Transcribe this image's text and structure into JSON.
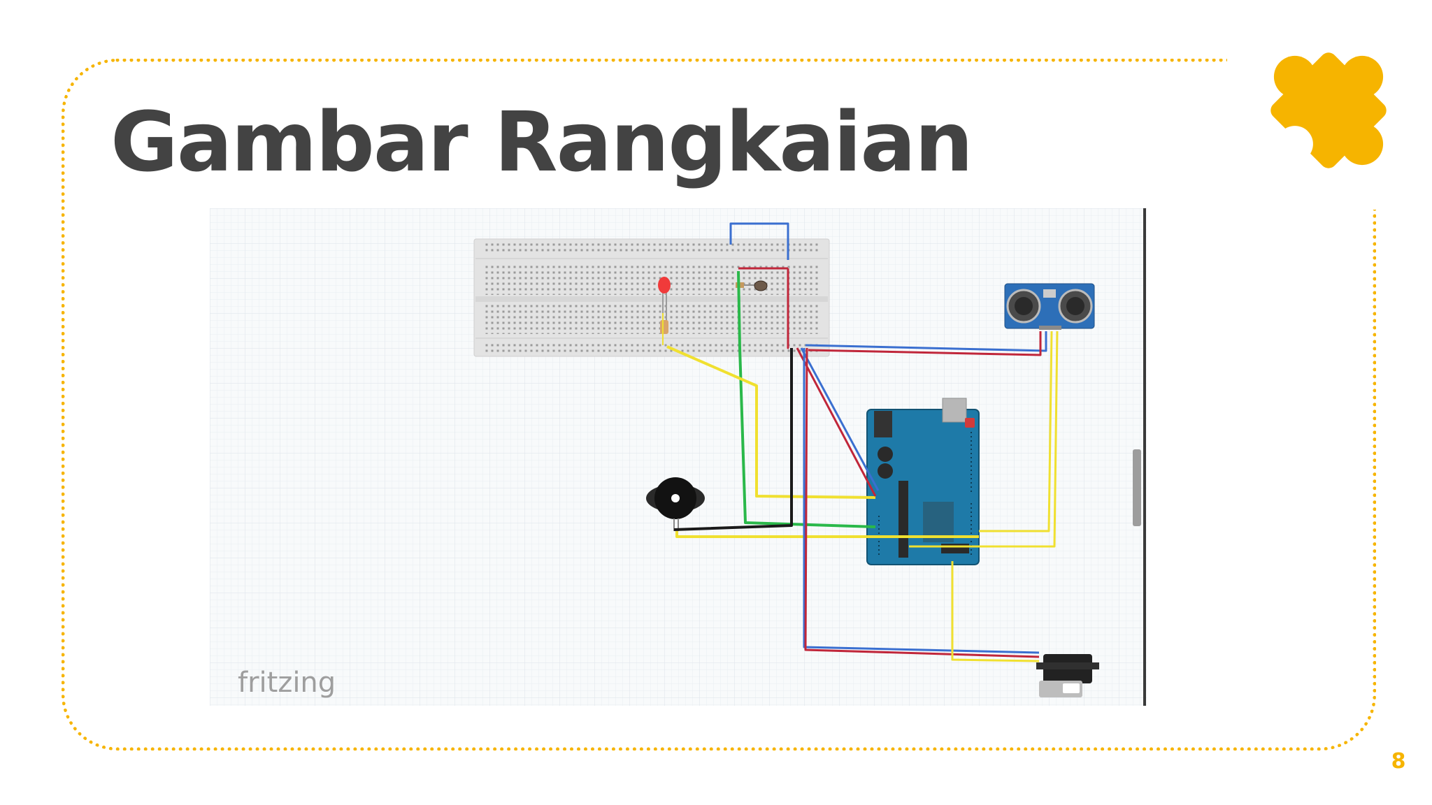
{
  "slide": {
    "title": "Gambar Rangkaian",
    "page_number": "8"
  },
  "figure": {
    "watermark": "fritzing"
  },
  "icons": {
    "corner": "puzzle-piece-icon"
  },
  "colors": {
    "accent": "#f6b400",
    "title": "#434343",
    "wire_red": "#c0263a",
    "wire_blue": "#3a6fd0",
    "wire_yellow": "#f0e030",
    "wire_green": "#2ab84a",
    "wire_black": "#1a1a1a",
    "board": "#1e7aa8"
  }
}
